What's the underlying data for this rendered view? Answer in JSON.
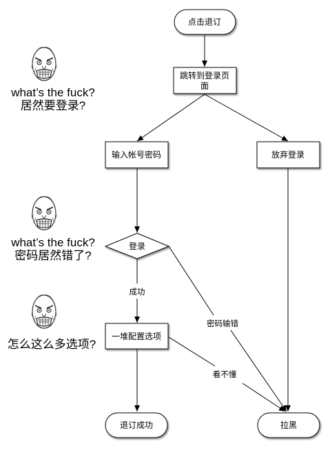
{
  "nodes": {
    "start": "点击退订",
    "redirect_login_line1": "跳转到登录页",
    "redirect_login_line2": "面",
    "enter_credentials": "输入帐号密码",
    "give_up_login": "放弃登录",
    "login_decision": "登录",
    "options_page": "一堆配置选项",
    "unsubscribe_success": "退订成功",
    "blacklist": "拉黑"
  },
  "edges": {
    "success": "成功",
    "wrong_password": "密码输错",
    "dont_understand": "看不懂"
  },
  "comments": [
    {
      "line1": "what’s the fuck?",
      "line2": "居然要登录?"
    },
    {
      "line1": "what’s the fuck?",
      "line2": "密码居然错了?"
    },
    {
      "line1": "怎么这么多选项?",
      "line2": ""
    }
  ],
  "icons": [
    "rage-face-icon",
    "rage-face-icon",
    "rage-face-icon"
  ],
  "colors": {
    "stroke": "#000000",
    "fill": "#ffffff",
    "face_stroke": "#333333"
  }
}
